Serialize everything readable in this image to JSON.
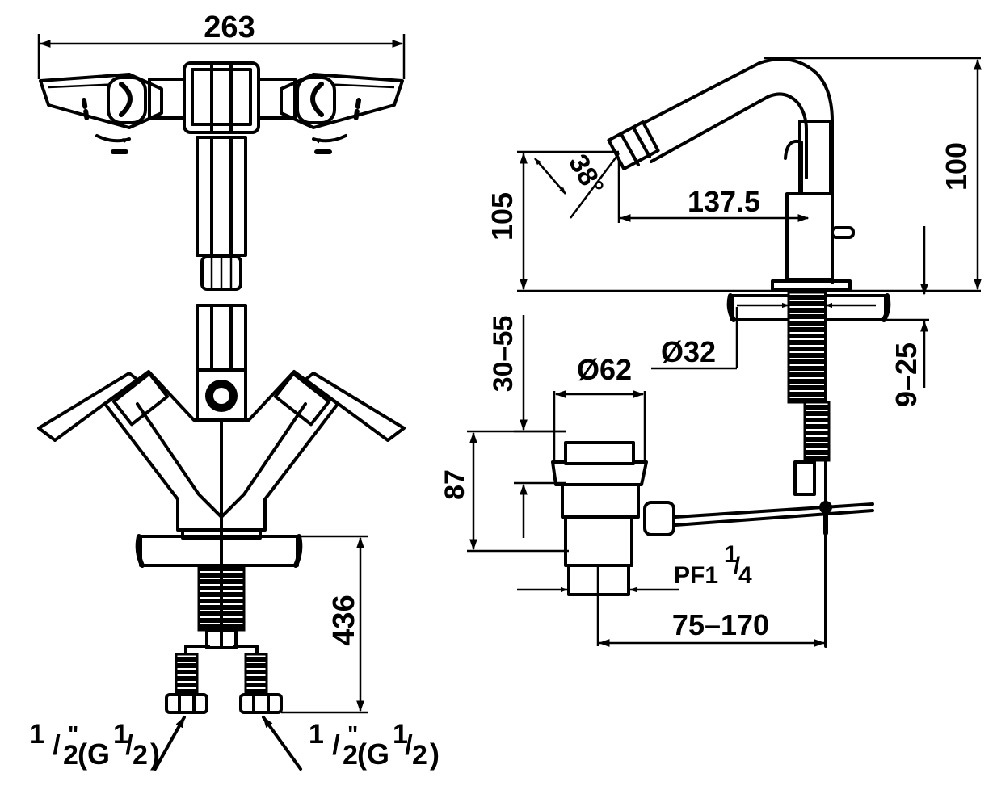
{
  "dimensions": {
    "width_overall": "263",
    "height_front": "436",
    "spray_height": "105",
    "spray_angle": "38°",
    "spout_reach": "137.5",
    "spout_height": "100",
    "deck_hole": "Ø32",
    "deck_thickness": "9–25",
    "drain_diameter": "Ø62",
    "drain_range": "30–55",
    "drain_height": "87",
    "drain_thread_prefix": "PF1",
    "drain_thread_num": "1",
    "drain_thread_den": "4",
    "rod_reach": "75–170"
  },
  "connections": {
    "left": {
      "whole": "1",
      "den": "2",
      "inch_mark": "\"",
      "g_prefix": "(G",
      "g_num": "1",
      "g_den": "2",
      "close": ")"
    },
    "right": {
      "whole": "1",
      "den": "2",
      "inch_mark": "\"",
      "g_prefix": "(G",
      "g_num": "1",
      "g_den": "2",
      "close": ")"
    }
  }
}
